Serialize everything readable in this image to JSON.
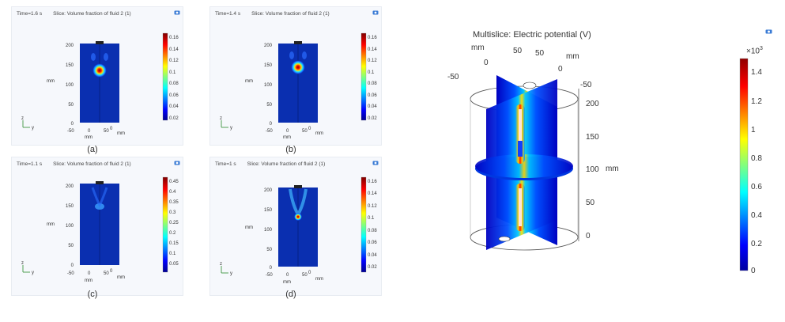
{
  "panels": [
    {
      "time": "Time=1.6 s",
      "slice": "Slice: Volume fraction of fluid 2 (1)",
      "caption": "(a)",
      "ticks": [
        "0.16",
        "0.14",
        "0.12",
        "0.1",
        "0.08",
        "0.06",
        "0.04",
        "0.02"
      ]
    },
    {
      "time": "Time=1.4 s",
      "slice": "Slice: Volume fraction of fluid 2 (1)",
      "caption": "(b)",
      "ticks": [
        "0.16",
        "0.14",
        "0.12",
        "0.1",
        "0.08",
        "0.06",
        "0.04",
        "0.02"
      ]
    },
    {
      "time": "Time=1.1 s",
      "slice": "Slice: Volume fraction of fluid 2 (1)",
      "caption": "(c)",
      "ticks": [
        "0.45",
        "0.4",
        "0.35",
        "0.3",
        "0.25",
        "0.2",
        "0.15",
        "0.1",
        "0.05"
      ]
    },
    {
      "time": "Time=1 s",
      "slice": "Slice: Volume fraction of fluid 2 (1)",
      "caption": "(d)",
      "ticks": [
        "0.16",
        "0.14",
        "0.12",
        "0.1",
        "0.08",
        "0.06",
        "0.04",
        "0.02"
      ]
    }
  ],
  "panel_axes": {
    "y_ticks": [
      "200",
      "150",
      "100",
      "50",
      "0"
    ],
    "x_ticks": [
      "-50",
      "0",
      "50"
    ],
    "x_zero": "0",
    "y_unit": "mm",
    "x_unit": "mm",
    "x_unit2": "mm",
    "triad_z": "z",
    "triad_y": "y"
  },
  "right": {
    "title": "Multislice: Electric potential (V)",
    "exponent": "×10",
    "exponent_power": "3",
    "colorbar_ticks": [
      "1.4",
      "1.2",
      "1",
      "0.8",
      "0.6",
      "0.4",
      "0.2",
      "0"
    ],
    "z_ticks": [
      "200",
      "150",
      "100",
      "50",
      "0"
    ],
    "z_unit": "mm",
    "top_labels": {
      "mm1": "mm",
      "zero1": "0",
      "fifty1": "50",
      "fifty2": "50",
      "mm2": "mm",
      "zero2": "0",
      "neg1": "-50",
      "neg2": "-50"
    }
  },
  "colors": {
    "jet_low": "#00008f",
    "jet_high": "#800000",
    "domain_bg": "#0a2fb0"
  }
}
